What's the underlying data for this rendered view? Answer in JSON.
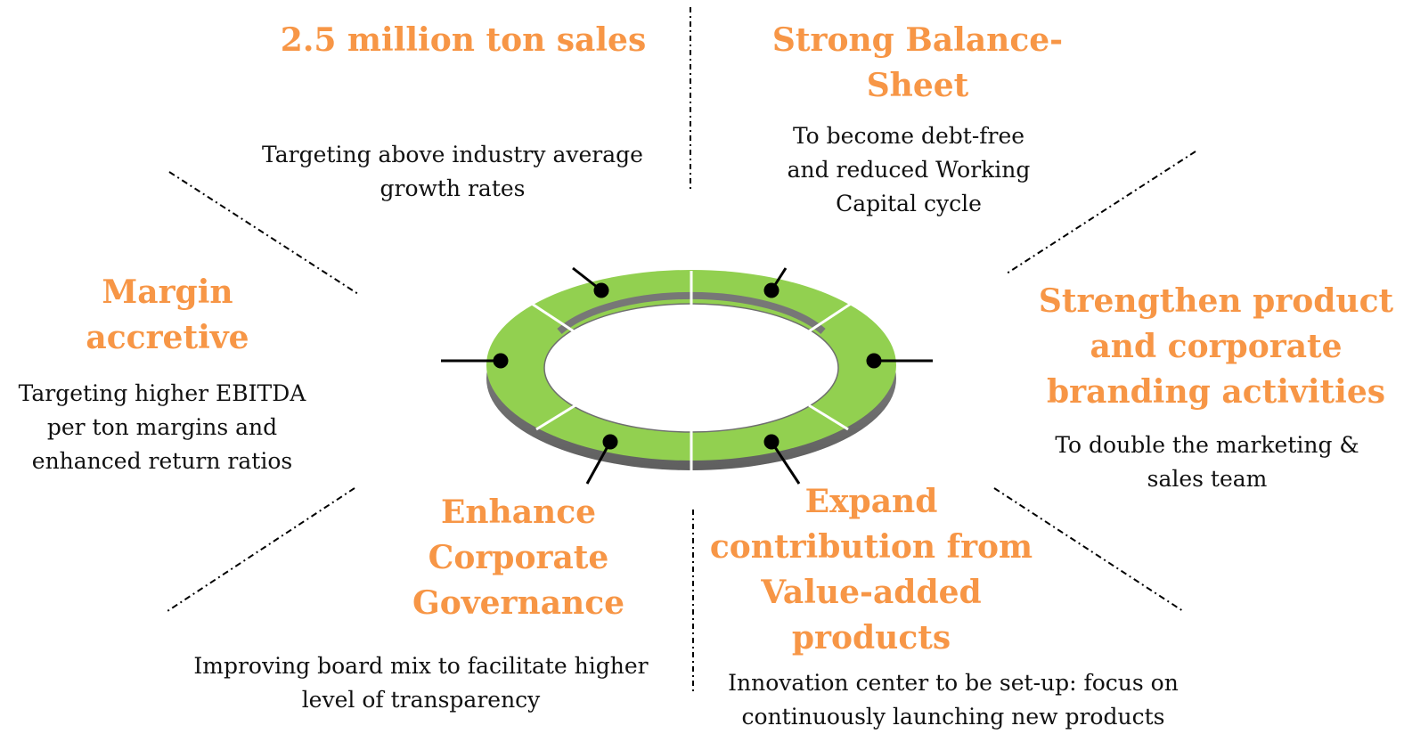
{
  "colors": {
    "accent": "#f79646",
    "ring_top": "#92d050",
    "ring_side": "#7f7f7f",
    "connector": "#000000",
    "divider": "#000000"
  },
  "objectives": [
    {
      "title_lines": [
        "2.5 million ton sales"
      ],
      "desc_lines": [
        "Targeting above industry average",
        "growth rates"
      ]
    },
    {
      "title_lines": [
        "Strong Balance-",
        "Sheet"
      ],
      "desc_lines": [
        "To become debt-free",
        "and reduced Working",
        "Capital cycle"
      ]
    },
    {
      "title_lines": [
        "Strengthen product",
        "and corporate",
        "branding activities"
      ],
      "desc_lines": [
        "To double the marketing &",
        "sales team"
      ]
    },
    {
      "title_lines": [
        "Expand",
        "contribution from",
        "Value-added",
        "products"
      ],
      "desc_lines": [
        "Innovation center to be set-up: focus on",
        "continuously launching new products"
      ]
    },
    {
      "title_lines": [
        "Enhance",
        "Corporate",
        "Governance"
      ],
      "desc_lines": [
        "Improving board mix to facilitate higher",
        "level of transparency"
      ]
    },
    {
      "title_lines": [
        "Margin",
        "accretive"
      ],
      "desc_lines": [
        "Targeting higher EBITDA",
        "per ton margins and",
        "enhanced return ratios"
      ]
    }
  ]
}
